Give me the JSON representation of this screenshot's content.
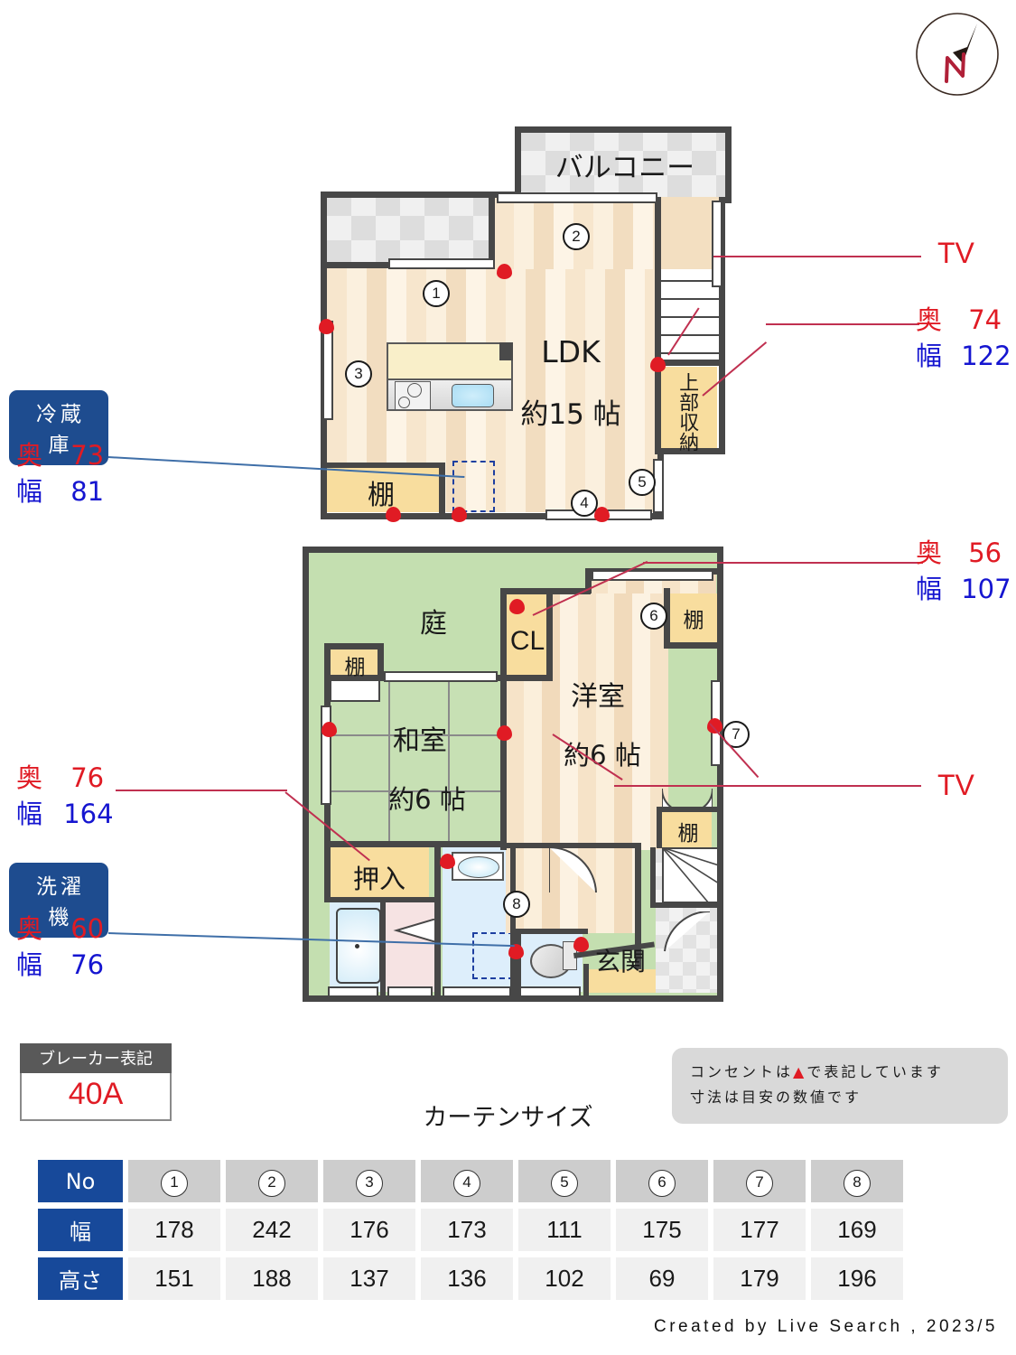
{
  "compass": {
    "letter": "N",
    "name": "north-arrow"
  },
  "upper_floor": {
    "rooms": [
      {
        "id": "balcony",
        "label": "バルコニー"
      },
      {
        "id": "ldk",
        "label": "LDK",
        "size": "約15 帖"
      },
      {
        "id": "upper-storage",
        "label": "上部収納"
      },
      {
        "id": "shelf-ldk",
        "label": "棚"
      }
    ],
    "curtain_markers": [
      "1",
      "2",
      "3",
      "4",
      "5"
    ]
  },
  "lower_floor": {
    "rooms": [
      {
        "id": "garden",
        "label": "庭"
      },
      {
        "id": "washitsu",
        "label": "和室",
        "size": "約6 帖"
      },
      {
        "id": "yoshitsu",
        "label": "洋室",
        "size": "約6 帖"
      },
      {
        "id": "closet",
        "label": "CL"
      },
      {
        "id": "oshiire",
        "label": "押入"
      },
      {
        "id": "genkan",
        "label": "玄関"
      },
      {
        "id": "shelf-garden",
        "label": "棚"
      },
      {
        "id": "shelf-upper-right",
        "label": "棚"
      },
      {
        "id": "shelf-lower-right",
        "label": "棚"
      }
    ],
    "curtain_markers": [
      "6",
      "7",
      "8"
    ]
  },
  "callouts": [
    {
      "id": "fridge",
      "pill": "冷蔵庫",
      "depth_label": "奥",
      "depth_value": "73",
      "width_label": "幅",
      "width_value": "81"
    },
    {
      "id": "washer-area-upper",
      "pill": null,
      "depth_label": "奥",
      "depth_value": "76",
      "width_label": "幅",
      "width_value": "164"
    },
    {
      "id": "washer",
      "pill": "洗濯機",
      "depth_label": "奥",
      "depth_value": "60",
      "width_label": "幅",
      "width_value": "76"
    },
    {
      "id": "tv-upper",
      "pill": null,
      "tv_label": "TV",
      "depth_label": "奥",
      "depth_value": "74",
      "width_label": "幅",
      "width_value": "122"
    },
    {
      "id": "tv-lower",
      "pill": null,
      "tv_label": "TV",
      "depth_label": "奥",
      "depth_value": "56",
      "width_label": "幅",
      "width_value": "107"
    }
  ],
  "tv_labels": {
    "upper": "TV",
    "lower": "TV"
  },
  "dimensions": {
    "tv_upper": {
      "depth_label": "奥",
      "depth": "74",
      "width_label": "幅",
      "width": "122"
    },
    "tv_lower": {
      "depth_label": "奥",
      "depth": "56",
      "width_label": "幅",
      "width": "107"
    },
    "fridge": {
      "depth_label": "奥",
      "depth": "73",
      "width_label": "幅",
      "width": "81"
    },
    "oshiire": {
      "depth_label": "奥",
      "depth": "76",
      "width_label": "幅",
      "width": "164"
    },
    "washer": {
      "depth_label": "奥",
      "depth": "60",
      "width_label": "幅",
      "width": "76"
    }
  },
  "breaker": {
    "title": "ブレーカー表記",
    "value": "40A"
  },
  "note": {
    "line1_pre": "コンセントは",
    "line1_marker": "▲",
    "line1_post": "で表記しています",
    "line2": "寸法は目安の数値です"
  },
  "curtain": {
    "title": "カーテンサイズ",
    "row_headers": [
      "No",
      "幅",
      "高さ"
    ],
    "numbers": [
      "1",
      "2",
      "3",
      "4",
      "5",
      "6",
      "7",
      "8"
    ],
    "width": [
      "178",
      "242",
      "176",
      "173",
      "111",
      "175",
      "177",
      "169"
    ],
    "height": [
      "151",
      "188",
      "137",
      "136",
      "102",
      "69",
      "179",
      "196"
    ]
  },
  "credit": "Created by Live Search , 2023/5",
  "colors": {
    "accent_blue": "#17499a",
    "red": "#e01b24",
    "blue_text": "#1515d0",
    "wall": "#474747",
    "tatami": "#c7e0b4",
    "garden": "#c4dfb0",
    "storage": "#f8dd9e"
  }
}
